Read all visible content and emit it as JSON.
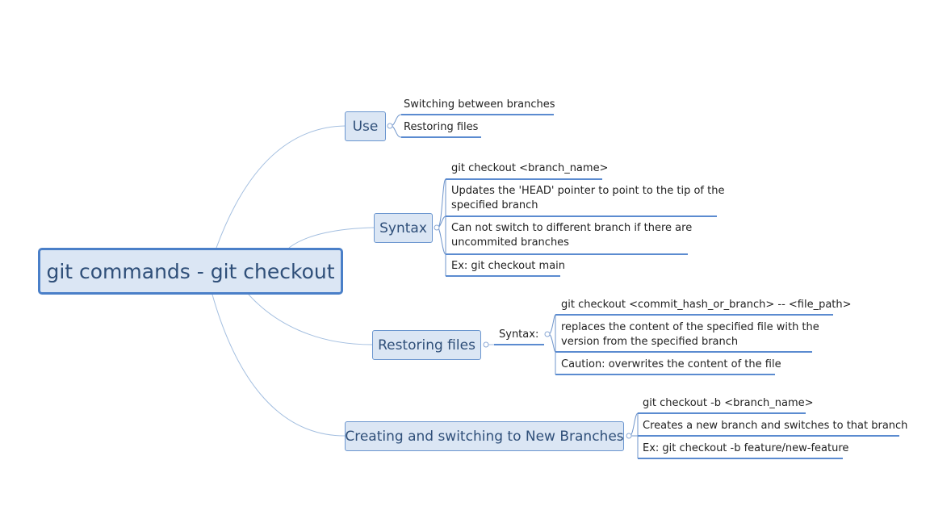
{
  "root": {
    "label": "git commands - git checkout"
  },
  "topics": {
    "use": {
      "label": "Use",
      "items": [
        "Switching between branches",
        "Restoring files"
      ]
    },
    "syntax": {
      "label": "Syntax",
      "items": [
        "git checkout <branch_name>",
        [
          "Updates the 'HEAD' pointer to point to the tip of the",
          "specified branch"
        ],
        [
          "Can not switch to different branch if there are",
          "uncommited branches"
        ],
        "Ex: git checkout main"
      ]
    },
    "restoring": {
      "label": "Restoring files",
      "sub_label": "Syntax:",
      "items": [
        "git checkout <commit_hash_or_branch> -- <file_path>",
        [
          "replaces the content of the specified file with the",
          "version from the specified branch"
        ],
        "Caution: overwrites the content of the file"
      ]
    },
    "creating": {
      "label": "Creating and switching to New Branches",
      "items": [
        "git checkout -b <branch_name>",
        "Creates a new branch and switches to that branch",
        "Ex: git checkout -b feature/new-feature"
      ]
    }
  }
}
